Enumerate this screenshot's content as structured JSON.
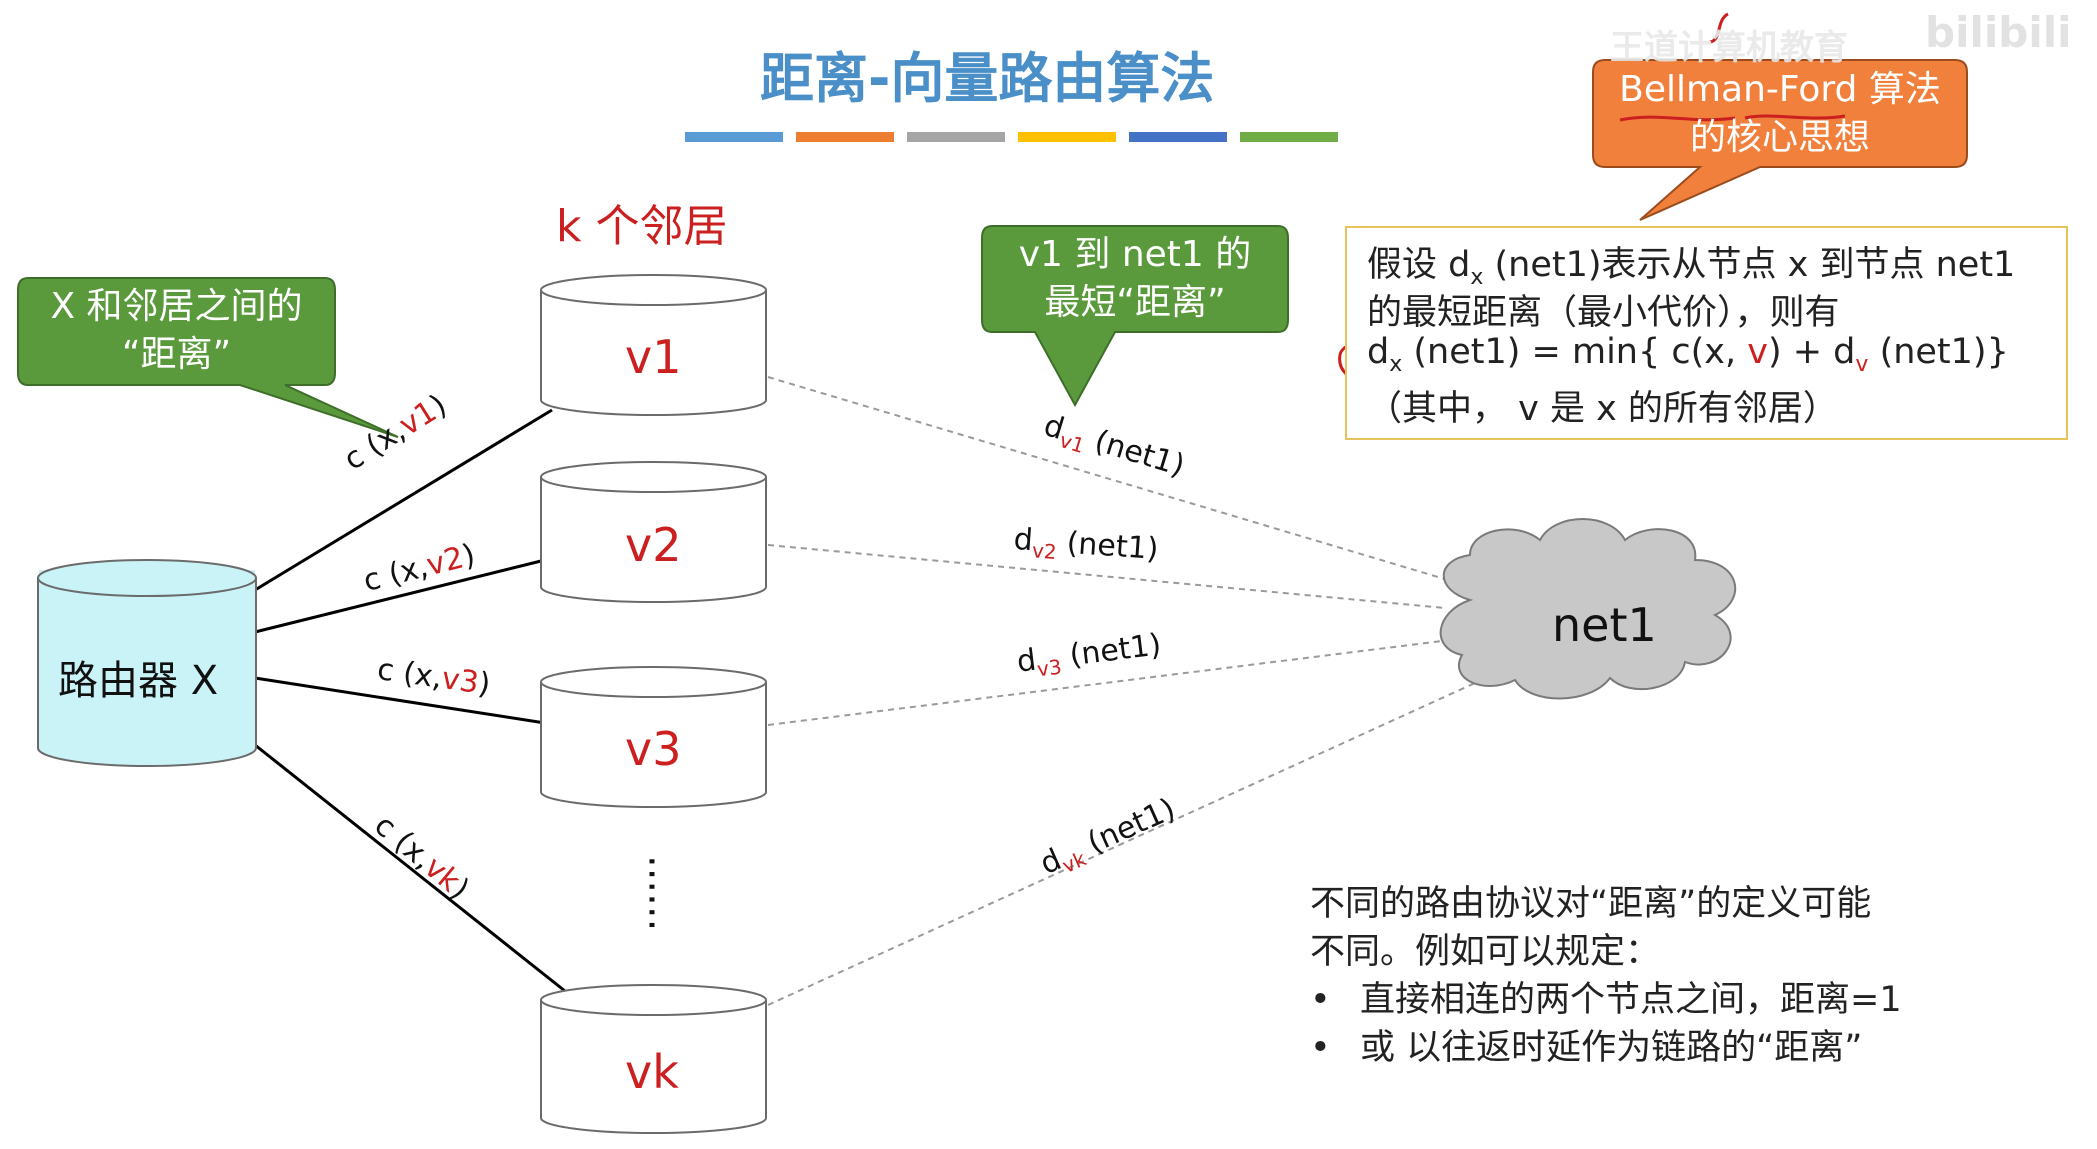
{
  "title": "距离-向量路由算法",
  "color_bars": [
    "#5b9bd5",
    "#ed7d31",
    "#a5a5a5",
    "#ffc000",
    "#4472c4",
    "#70ad47"
  ],
  "neighbors_heading": "k 个邻居",
  "router_label": "路由器 X",
  "neighbors": [
    "v1",
    "v2",
    "v3",
    "vk"
  ],
  "ellipsis": "······",
  "cloud_label": "net1",
  "links": [
    {
      "prefix": "c (x,",
      "node": "v1",
      "suffix": ")"
    },
    {
      "prefix": "c (x,",
      "node": "v2",
      "suffix": ")"
    },
    {
      "prefix": "c (x,",
      "node": "v3",
      "suffix": ")"
    },
    {
      "prefix": "c (x,",
      "node": "vk",
      "suffix": ")"
    }
  ],
  "dist_labels": [
    {
      "d": "d",
      "sub": "v1",
      "rest": " (net1)"
    },
    {
      "d": "d",
      "sub": "v2",
      "rest": " (net1)"
    },
    {
      "d": "d",
      "sub": "v3",
      "rest": " (net1)"
    },
    {
      "d": "d",
      "sub": "vk",
      "rest": " (net1)"
    }
  ],
  "callout_neighbor": [
    "X 和邻居之间的",
    "“距离”"
  ],
  "callout_shortest": [
    "v1 到 net1 的",
    "最短“距离”"
  ],
  "callout_core": {
    "line1_a": "Bellman-Ford",
    "line1_b": " 算法",
    "line2": "的核心思想"
  },
  "watermark": "王道计算机教育",
  "assume": {
    "line1_a": "假设 d",
    "line1_sub": "x",
    "line1_b": " (net1)表示从节点 x 到节点 net1",
    "line2": "的最短距离（最小代价），则有",
    "line3_a": "d",
    "line3_sub": "x",
    "line3_b": " (net1) = min{ c(x, ",
    "line3_v": "v",
    "line3_c": ") + d",
    "line3_sub2": "v",
    "line3_d": " (net1)}",
    "line4": "（其中，  v 是 x 的所有邻居）"
  },
  "notes": {
    "line1": "不同的路由协议对“距离”的定义可能",
    "line2": "不同。例如可以规定：",
    "bullets": [
      "直接相连的两个节点之间，距离=1",
      "或 以往返时延作为链路的“距离”"
    ]
  },
  "accent_colors": {
    "red": "#cc1f1f",
    "green": "#5a9a3c",
    "orange": "#f0803c",
    "cyan": "#c9f3f7"
  }
}
